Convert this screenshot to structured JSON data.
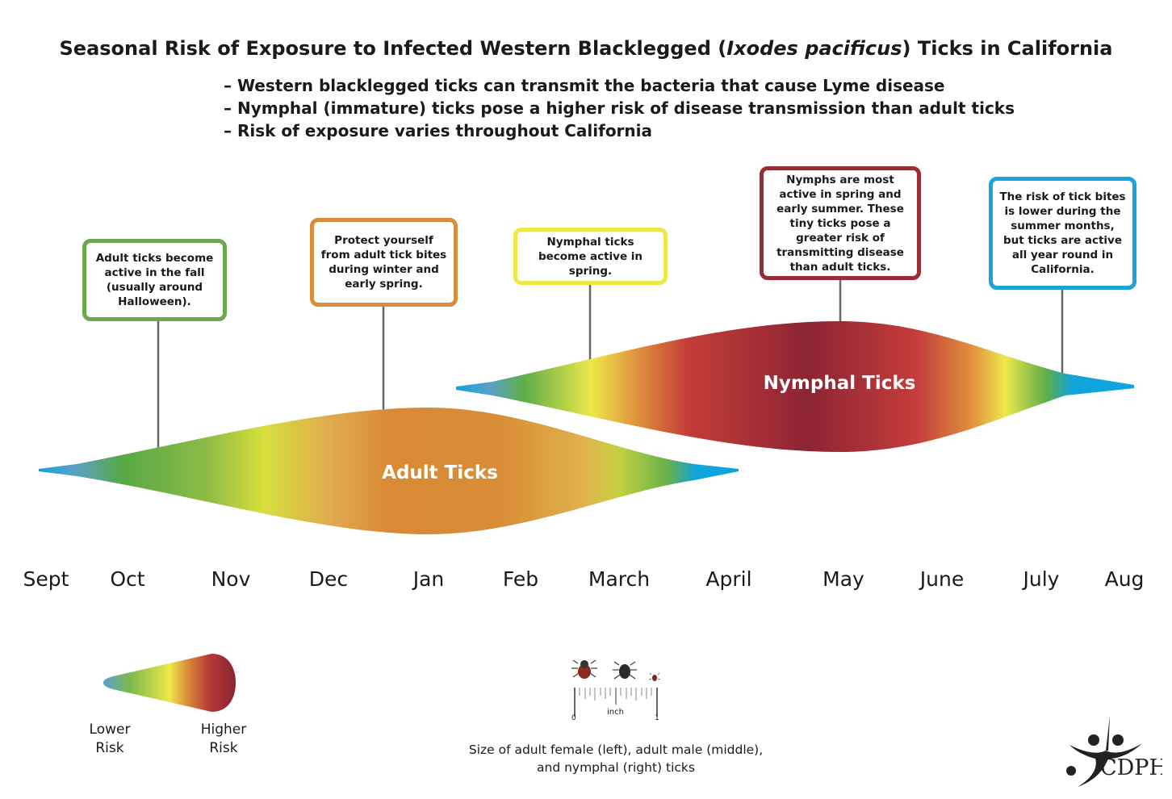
{
  "title": "Seasonal Risk of Exposure to Infected Western Blacklegged (Ixodes pacificus) Ticks in California",
  "title_parts": {
    "before": "Seasonal Risk of Exposure to Infected Western Blacklegged (",
    "italic": "Ixodes pacificus",
    "after": ") Ticks in California"
  },
  "bullets": [
    "– Western blacklegged ticks can transmit the bacteria that cause Lyme disease",
    "– Nymphal (immature) ticks pose a higher risk of disease transmission than adult ticks",
    "– Risk of exposure varies throughout California"
  ],
  "callouts": [
    {
      "text": "Adult ticks become active in the fall (usually around Halloween).",
      "color": "#6aa84f"
    },
    {
      "text": "Protect yourself from adult tick bites during winter and early spring.",
      "color": "#d98c3a"
    },
    {
      "text": "Nymphal ticks become active in spring.",
      "color": "#ece84a"
    },
    {
      "text": "Nymphs are most active in spring and early summer. These tiny ticks pose a greater risk of transmitting disease than adult ticks.",
      "color": "#9b2c35"
    },
    {
      "text": "The risk of tick bites is lower during the summer months, but ticks are active all year round in California.",
      "color": "#1ba3dc"
    }
  ],
  "bands": {
    "adult": "Adult Ticks",
    "nymphal": "Nymphal Ticks"
  },
  "months": [
    "Sept",
    "Oct",
    "Nov",
    "Dec",
    "Jan",
    "Feb",
    "March",
    "April",
    "May",
    "June",
    "July",
    "Aug"
  ],
  "legend": {
    "low": "Lower Risk",
    "high": "Higher Risk"
  },
  "ruler": {
    "start": "0",
    "unit": "inch",
    "end": "1"
  },
  "caption": "Size of adult female (left), adult male (middle), and nymphal (right) ticks",
  "logo": "CDPH"
}
